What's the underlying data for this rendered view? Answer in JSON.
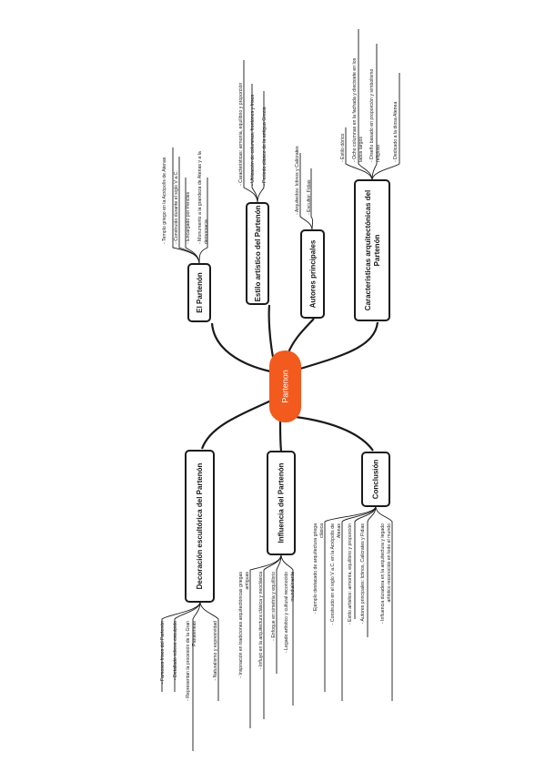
{
  "central": "Partenon",
  "branches": {
    "partenon": {
      "title": "El Partenón",
      "items": [
        "- Templo griego en la Acrópolis de Atenas",
        "- Construido durante el siglo V a.C.",
        "- Encargado por Pericles",
        "- Monumento a la grandeza de Atenas y a la",
        "democracia"
      ]
    },
    "estilo": {
      "title": "Estilo artístico del Partenón",
      "items": [
        "- Características: armonía, equilibrio y proporción",
        "- Utilización de columnas, frontones y frisos",
        "- Período clásico de la antigua Grecia"
      ]
    },
    "autores": {
      "title": "Autores principales",
      "items": [
        "- Arquitectos: Ictinos y Calícrates",
        "- Escultor: Fidias"
      ]
    },
    "caracteristicas": {
      "title_line1": "Características arquitectónicas del",
      "title_line2": "Partenón",
      "items": [
        "- Estilo dórico",
        "- Ocho columnas en la fachada y diecisiete en los",
        "lados largos",
        "- Diseño basado en proporción y simbolismo",
        "religioso",
        "- Dedicado a la diosa Atenea"
      ]
    },
    "decoracion": {
      "title": "Decoración escultórica del Partenón",
      "items": [
        "- Famosos frisos del Partenón",
        "- Detallado relieve esculpido",
        "- Representan la procesión de la Gran",
        "Panateneas",
        "- Naturalismo y expresividad"
      ]
    },
    "influencia": {
      "title": "Influencia del Partenón",
      "items": [
        "- Inspiración en tradiciones arquitectónicas griegas",
        "antiguas",
        "- Influyó en la arquitectura clásica y neoclásica",
        "- Enfoque en simetría y equilibrio",
        "- Legado artístico y cultural reconocido",
        "mundialmente"
      ]
    },
    "conclusion": {
      "title": "Conclusión",
      "items": [
        "- Ejemplo destacado de arquitectura griega",
        "clásica",
        "- Construido en el siglo V a.C. en la Acrópolis de",
        "Atenas",
        "- Estilo artístico: armonía, equilibrio y proporción",
        "- Autores principales: Ictinos, Calícrates y Fidias",
        "- Influencia duradera en la arquitectura y legado",
        "artístico reconocido en todo el mundo"
      ]
    }
  },
  "colors": {
    "central_fill": "#f25a1e",
    "central_text": "#ffffff",
    "line": "#1a1a1a",
    "node_fill": "#ffffff"
  }
}
